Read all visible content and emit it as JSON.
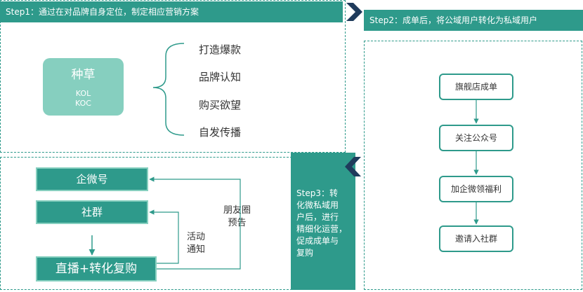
{
  "step1": {
    "header": "Step1：通过在对品牌自身定位，制定相应营销方案",
    "core_box": {
      "title": "种草",
      "line1": "KOL",
      "line2": "KOC"
    },
    "brace_items": [
      "打造爆款",
      "品牌认知",
      "购买欲望",
      "自发传播"
    ]
  },
  "step2": {
    "header": "Step2：成单后，将公域用户转化为私域用户",
    "flow": [
      "旗舰店成单",
      "关注公众号",
      "加企微领福利",
      "邀请入社群"
    ]
  },
  "step3": {
    "text_lines": [
      "Step3：转",
      "化微私域用",
      "户后，进行",
      "精细化运营，",
      "促成成单与",
      "复购"
    ],
    "boxes": {
      "enterprise_wechat": "企微号",
      "community": "社群",
      "live": "直播+转化复购"
    },
    "labels": {
      "activity": [
        "活动",
        "通知"
      ],
      "moments": [
        "朋友圈",
        "预告"
      ]
    }
  },
  "colors": {
    "teal": "#2e9a8b",
    "light_teal": "#86cfbf",
    "navy_chevron": "#1f3b5c"
  }
}
